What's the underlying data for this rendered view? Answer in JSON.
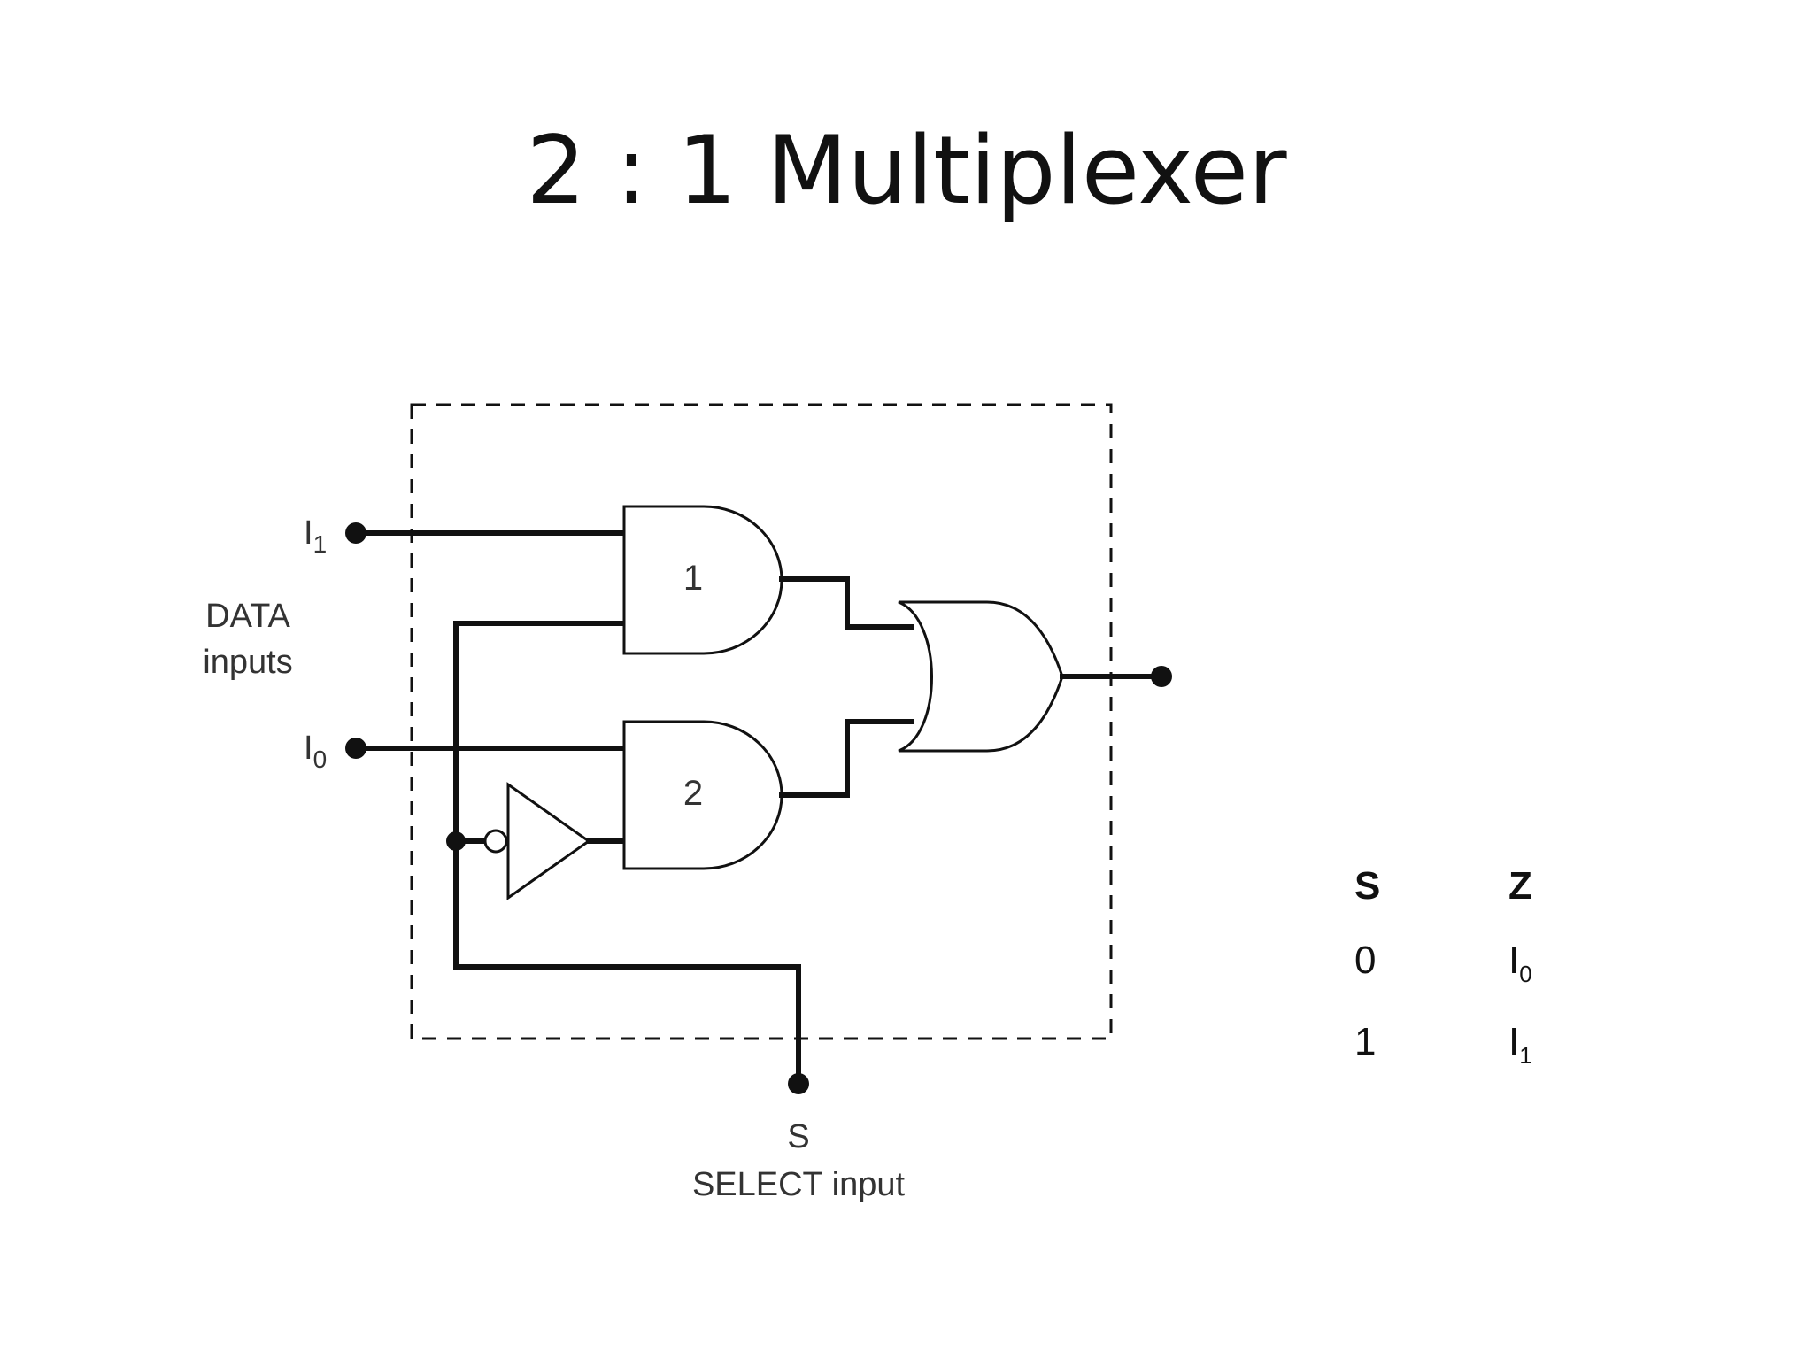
{
  "slide": {
    "title": "2 : 1 Multiplexer"
  },
  "diagram": {
    "labels": {
      "i1": {
        "base": "I",
        "sub": "1"
      },
      "i0": {
        "base": "I",
        "sub": "0"
      },
      "data_line1": "DATA",
      "data_line2": "inputs",
      "gate1": "1",
      "gate2": "2",
      "select": "S",
      "select_caption": "SELECT input"
    }
  },
  "truth_table": {
    "headers": {
      "s": "S",
      "z": "Z"
    },
    "rows": [
      {
        "s": "0",
        "z_base": "I",
        "z_sub": "0"
      },
      {
        "s": "1",
        "z_base": "I",
        "z_sub": "1"
      }
    ]
  }
}
